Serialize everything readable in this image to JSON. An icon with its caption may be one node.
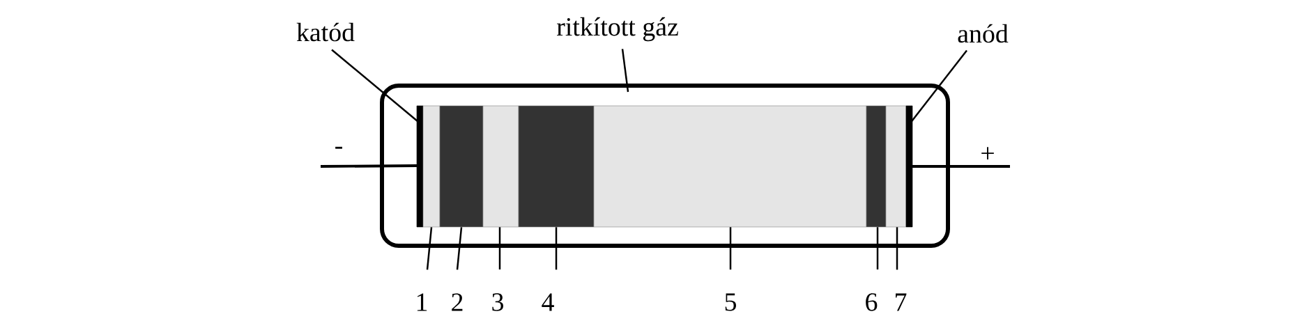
{
  "diagram": {
    "nodes": [
      {
        "text": [
          "katód"
        ]
      },
      {
        "text": [
          "ritkított gáz"
        ]
      },
      {
        "text": [
          "anód"
        ]
      },
      {
        "text": [],
        "shape": "box"
      },
      {
        "text": [],
        "shape": "bar",
        "in": 3
      },
      {
        "text": [],
        "shape": "bar",
        "in": 3
      },
      {
        "text": [],
        "shape": "bar",
        "in": 3
      },
      {
        "text": [],
        "shape": "bar",
        "in": 3
      },
      {
        "text": [],
        "shape": "bar",
        "in": 3
      },
      {
        "text": [],
        "shape": "bar",
        "in": 3
      },
      {
        "text": [],
        "shape": "bar",
        "in": 3
      },
      {
        "text": [],
        "shape": "bar",
        "in": 3
      },
      {
        "text": [],
        "shape": "bar",
        "in": 3
      },
      {
        "text": [
          "1"
        ]
      },
      {
        "text": [
          "2"
        ]
      },
      {
        "text": [
          "3"
        ]
      },
      {
        "text": [
          "4"
        ]
      },
      {
        "text": [
          "5"
        ]
      },
      {
        "text": [
          "6"
        ]
      },
      {
        "text": [
          "7"
        ]
      }
    ],
    "edges": [
      {
        "from": 0,
        "to": 4,
        "arrow": "none"
      },
      {
        "from": 1,
        "to": 3,
        "arrow": "none"
      },
      {
        "from": 2,
        "to": 12,
        "arrow": "none"
      },
      {
        "from": 13,
        "to": 5,
        "arrow": "none"
      },
      {
        "from": 14,
        "to": 6,
        "arrow": "none"
      },
      {
        "from": 15,
        "to": 7,
        "arrow": "none"
      },
      {
        "from": 16,
        "to": 8,
        "arrow": "none"
      },
      {
        "from": 17,
        "to": 9,
        "arrow": "none"
      },
      {
        "from": 18,
        "to": 10,
        "arrow": "none"
      },
      {
        "from": 19,
        "to": 11,
        "arrow": "none"
      }
    ],
    "labels": [
      "-",
      "+"
    ]
  }
}
